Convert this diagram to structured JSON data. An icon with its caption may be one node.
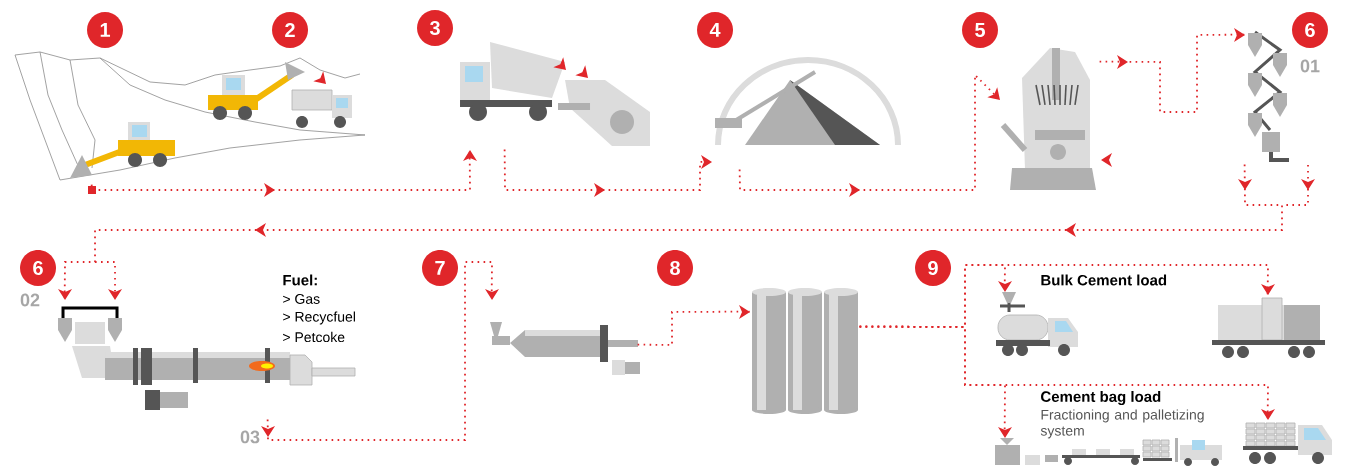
{
  "diagram": {
    "nodes": [
      {
        "text": [
          "1"
        ]
      },
      {
        "text": [
          "2"
        ]
      },
      {
        "text": [
          "3"
        ]
      },
      {
        "text": [
          "4"
        ]
      },
      {
        "text": [
          "5"
        ]
      },
      {
        "text": [
          "6"
        ],
        "beside": [
          "01"
        ]
      },
      {
        "text": [
          "6"
        ],
        "beside": [
          "02"
        ]
      },
      {
        "text": [
          "7"
        ]
      },
      {
        "text": [
          "8"
        ]
      },
      {
        "text": [
          "9"
        ]
      },
      {
        "text": [],
        "shape": "picture"
      },
      {
        "text": [],
        "shape": "picture"
      },
      {
        "text": [],
        "shape": "picture"
      },
      {
        "text": [],
        "shape": "picture"
      },
      {
        "text": [],
        "shape": "picture"
      },
      {
        "text": [],
        "shape": "picture"
      },
      {
        "text": [],
        "shape": "picture"
      },
      {
        "text": [],
        "shape": "picture"
      },
      {
        "text": [],
        "shape": "picture"
      },
      {
        "text": [],
        "shape": "picture"
      },
      {
        "text": [],
        "shape": "picture"
      },
      {
        "text": [],
        "shape": "picture"
      },
      {
        "text": [],
        "shape": "picture"
      }
    ],
    "edges": [
      {
        "from": 10,
        "to": 11,
        "arrow": "to"
      },
      {
        "from": 11,
        "to": 12,
        "arrow": "to"
      },
      {
        "from": 12,
        "to": 13,
        "arrow": "to"
      },
      {
        "from": 13,
        "to": 14,
        "arrow": "to"
      },
      {
        "from": 14,
        "to": 15,
        "arrow": "to"
      },
      {
        "from": 16,
        "to": 17,
        "arrow": "to"
      },
      {
        "from": 17,
        "to": 18,
        "arrow": "to"
      },
      {
        "from": 18,
        "to": 19,
        "arrow": "to"
      },
      {
        "from": 18,
        "to": 20,
        "arrow": "to"
      },
      {
        "from": 18,
        "to": 21,
        "arrow": "to"
      },
      {
        "from": 18,
        "to": 22,
        "arrow": "to"
      }
    ],
    "labels": [
      "Fuel:",
      "> Gas",
      "> Recycfuel",
      "> Petcoke",
      "03",
      "Bulk Cement load",
      "Cement bag load",
      "Fractioning and palletizing system"
    ]
  }
}
